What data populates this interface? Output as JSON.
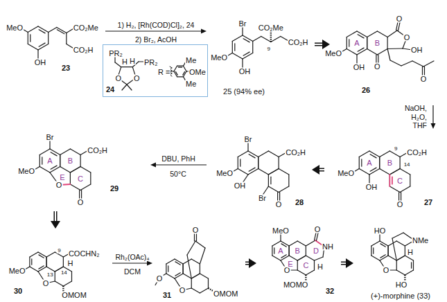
{
  "diagram": {
    "nodes": [
      {
        "text": [
          "23"
        ]
      },
      {
        "text": [
          "PR₂",
          "PR₂",
          "H",
          "H",
          "O",
          "O",
          "24",
          "R =",
          "Me",
          "OMe",
          "Me"
        ]
      },
      {
        "text": [
          "25 (94% ee)"
        ]
      },
      {
        "text": [
          "26"
        ]
      },
      {
        "text": [
          "27"
        ]
      },
      {
        "text": [
          "28"
        ]
      },
      {
        "text": [
          "29"
        ]
      },
      {
        "text": [
          "30"
        ]
      },
      {
        "text": [
          "31"
        ]
      },
      {
        "text": [
          "32"
        ]
      },
      {
        "text": [
          "(+)-morphine (33)"
        ]
      }
    ],
    "edges": [
      {
        "from": 0,
        "to": 2,
        "arrow": "to",
        "label": "1) H₂, [Rh(COD)Cl]₂, 24"
      },
      {
        "from": 2,
        "to": 3,
        "arrow": "to"
      },
      {
        "from": 3,
        "to": 4,
        "arrow": "to",
        "label": "NaOH, H₂O, THF"
      },
      {
        "from": 4,
        "to": 5,
        "arrow": "to"
      },
      {
        "from": 5,
        "to": 6,
        "arrow": "to",
        "label": "DBU, PhH"
      },
      {
        "from": 6,
        "to": 7,
        "arrow": "to"
      },
      {
        "from": 7,
        "to": 8,
        "arrow": "to",
        "label": "Rh₂(OAc)₄"
      },
      {
        "from": 8,
        "to": 9,
        "arrow": "to"
      },
      {
        "from": 9,
        "to": 10,
        "arrow": "to"
      }
    ],
    "labels": [
      "2) Br₂, AcOH",
      "50°C",
      "DCM",
      "MeO",
      "OH",
      "CO₂Me",
      "CO₂H",
      "Br",
      "MeO",
      "OH",
      "9",
      "CO₂Me",
      "CO₂H",
      "MeO",
      "OH",
      "A",
      "B",
      "O",
      "O",
      "O",
      "OH",
      "O",
      "MeO",
      "OH",
      "A",
      "B",
      "C",
      "9",
      "14",
      "CO₂H",
      "O",
      "Br",
      "MeO",
      "OH",
      "CO₂H",
      "Br",
      "O",
      "Br",
      "MeO",
      "CO₂H",
      "O",
      "O",
      "A",
      "B",
      "C",
      "E",
      "MeO",
      "COCHN₂",
      "H",
      "9",
      "13",
      "14",
      "O",
      "OMOM",
      "O",
      "O",
      "O",
      "OMOM",
      "MeO",
      "O",
      "NH",
      "H",
      "O",
      "MOMO",
      "A",
      "B",
      "C",
      "D",
      "E",
      "HO",
      "O",
      "HO",
      "NMe",
      "H"
    ]
  }
}
